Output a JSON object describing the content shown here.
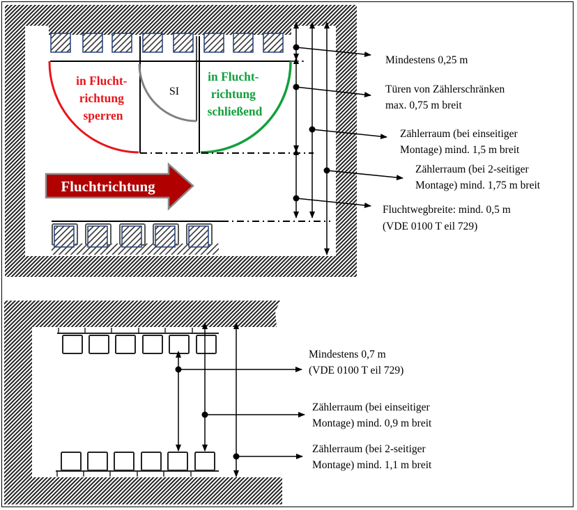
{
  "top_diagram": {
    "doors": {
      "left": {
        "label_lines": [
          "in Flucht-",
          "richtung",
          "sperren"
        ],
        "color": "#e8141b"
      },
      "middle": {
        "label": "SI",
        "color": "#808080"
      },
      "right": {
        "label_lines": [
          "in Flucht-",
          "richtung",
          "schließend"
        ],
        "color": "#12a03c"
      }
    },
    "direction_arrow": {
      "label": "Fluchtrichtung",
      "color": "#b00000"
    },
    "cabinet_color": "#1f3d7a",
    "annotations": [
      {
        "lines": [
          "Mindestens 0,25 m"
        ]
      },
      {
        "lines": [
          "Türen von Zählerschränken",
          "max. 0,75 m breit"
        ]
      },
      {
        "lines": [
          "Zählerraum  (bei einseitiger",
          "Montage) mind. 1,5 m breit"
        ]
      },
      {
        "lines": [
          "Zählerraum  (bei 2-seitiger",
          "Montage) mind. 1,75 m breit"
        ]
      },
      {
        "lines": [
          "Fluchtwegbreite:  mind.  0,5 m",
          "(VDE 0100 T eil 729)"
        ]
      }
    ]
  },
  "bottom_diagram": {
    "annotations": [
      {
        "lines": [
          "Mindestens 0,7 m",
          "(VDE 0100 T eil 729)"
        ]
      },
      {
        "lines": [
          "Zählerraum  (bei einseitiger",
          "Montage) mind.  0,9 m breit"
        ]
      },
      {
        "lines": [
          "Zählerraum  (bei 2-seitiger",
          "Montage) mind.  1,1 m breit"
        ]
      }
    ]
  }
}
